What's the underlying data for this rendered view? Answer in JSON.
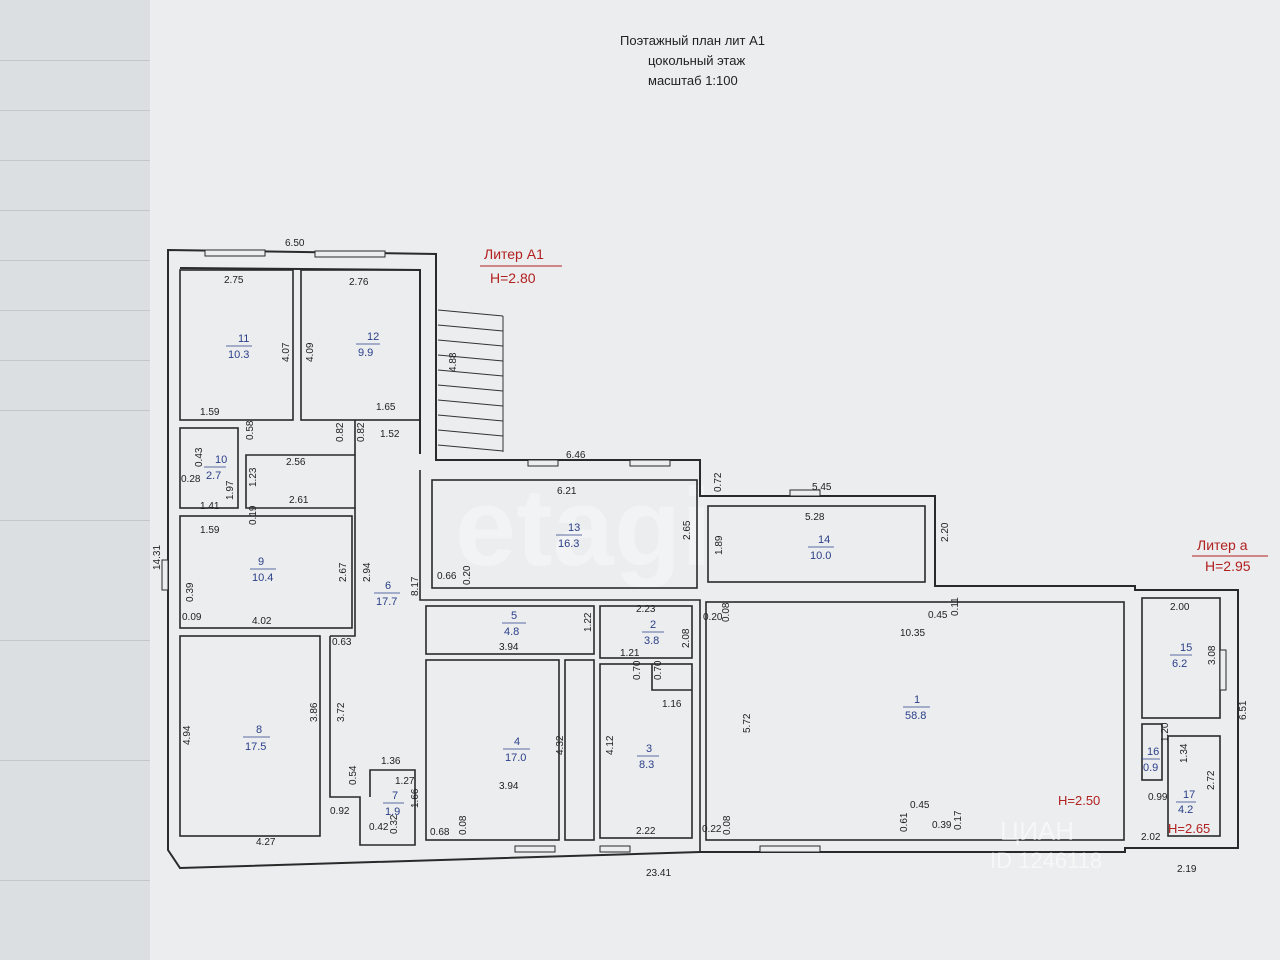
{
  "header": {
    "title_line1": "Поэтажный план лит А1",
    "title_line2": "цокольный этаж",
    "title_line3": "масштаб 1:100"
  },
  "liters": {
    "a1_name": "Литер А1",
    "a1_height": "H=2.80",
    "a_name": "Литер а",
    "a_height": "H=2.95",
    "room1_height": "H=2.50",
    "room17_height": "H=2.65"
  },
  "rooms": [
    {
      "no": "1",
      "area": "58.8"
    },
    {
      "no": "2",
      "area": "3.8"
    },
    {
      "no": "3",
      "area": "8.3"
    },
    {
      "no": "4",
      "area": "17.0"
    },
    {
      "no": "5",
      "area": "4.8"
    },
    {
      "no": "6",
      "area": "17.7"
    },
    {
      "no": "7",
      "area": "1.9"
    },
    {
      "no": "8",
      "area": "17.5"
    },
    {
      "no": "9",
      "area": "10.4"
    },
    {
      "no": "10",
      "area": "2.7"
    },
    {
      "no": "11",
      "area": "10.3"
    },
    {
      "no": "12",
      "area": "9.9"
    },
    {
      "no": "13",
      "area": "16.3"
    },
    {
      "no": "14",
      "area": "10.0"
    },
    {
      "no": "15",
      "area": "6.2"
    },
    {
      "no": "16",
      "area": "0.9"
    },
    {
      "no": "17",
      "area": "4.2"
    }
  ],
  "dimensions": {
    "overall_top": "6.50",
    "overall_bottom": "23.41",
    "overall_left": "14.31",
    "d_2_75": "2.75",
    "d_2_76": "2.76",
    "d_4_07": "4.07",
    "d_4_09": "4.09",
    "d_4_88": "4.88",
    "d_1_59a": "1.59",
    "d_1_65": "1.65",
    "d_1_52": "1.52",
    "d_0_82a": "0.82",
    "d_0_82b": "0.82",
    "d_0_58": "0.58",
    "d_0_43": "0.43",
    "d_0_28": "0.28",
    "d_1_41": "1.41",
    "d_1_97": "1.97",
    "d_1_23": "1.23",
    "d_2_56": "2.56",
    "d_2_61": "2.61",
    "d_1_59b": "1.59",
    "d_0_19": "0.19",
    "d_2_67": "2.67",
    "d_2_94": "2.94",
    "d_8_17": "8.17",
    "d_0_39": "0.39",
    "d_0_09": "0.09",
    "d_4_02": "4.02",
    "d_0_63": "0.63",
    "d_3_86": "3.86",
    "d_3_72": "3.72",
    "d_4_94": "4.94",
    "d_0_54": "0.54",
    "d_1_36": "1.36",
    "d_1_27": "1.27",
    "d_0_92": "0.92",
    "d_1_66": "1.66",
    "d_0_42": "0.42",
    "d_0_32": "0.32",
    "d_4_27": "4.27",
    "d_6_46": "6.46",
    "d_6_21": "6.21",
    "d_0_72": "0.72",
    "d_2_65": "2.65",
    "d_0_66": "0.66",
    "d_0_20a": "0.20",
    "d_5_45": "5.45",
    "d_5_28": "5.28",
    "d_1_89": "1.89",
    "d_2_20": "2.20",
    "d_3_94a": "3.94",
    "d_1_22": "1.22",
    "d_2_23": "2.23",
    "d_2_08": "2.08",
    "d_1_21": "1.21",
    "d_0_70a": "0.70",
    "d_0_70b": "0.70",
    "d_1_16": "1.16",
    "d_4_32": "4.32",
    "d_4_12": "4.12",
    "d_3_94b": "3.94",
    "d_0_68": "0.68",
    "d_0_08a": "0.08",
    "d_2_22": "2.22",
    "d_0_20b": "0.20",
    "d_0_08b": "0.08",
    "d_10_35": "10.35",
    "d_0_45a": "0.45",
    "d_0_11": "0.11",
    "d_5_72": "5.72",
    "d_0_45b": "0.45",
    "d_0_61": "0.61",
    "d_0_39b": "0.39",
    "d_0_17": "0.17",
    "d_0_22": "0.22",
    "d_0_08c": "0.08",
    "d_2_00": "2.00",
    "d_3_08": "3.08",
    "d_6_51": "6.51",
    "d_1_20": "1.20",
    "d_1_34": "1.34",
    "d_0_99": "0.99",
    "d_2_72": "2.72",
    "d_2_02": "2.02",
    "d_2_19": "2.19"
  },
  "watermarks": {
    "site_logo": "etagi",
    "cian": "ЦИАН",
    "listing_id": "ID 1246118"
  },
  "colors": {
    "paper": "#ebedee",
    "wall": "#2a2a2a",
    "room_label": "#2b3f8a",
    "liter_red": "#b22020"
  }
}
